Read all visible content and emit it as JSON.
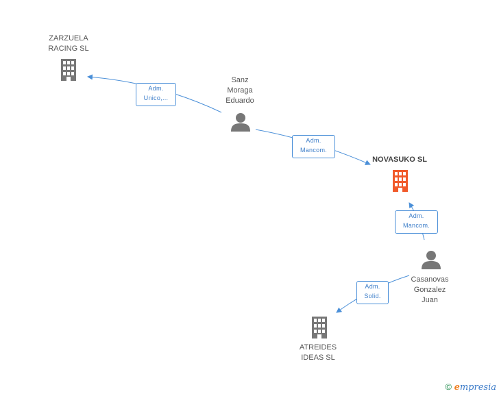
{
  "nodes": {
    "zarzuela": {
      "line1": "ZARZUELA",
      "line2": "RACING SL",
      "type": "company"
    },
    "sanz": {
      "line1": "Sanz",
      "line2": "Moraga",
      "line3": "Eduardo",
      "type": "person"
    },
    "novasuko": {
      "line1": "NOVASUKO SL",
      "type": "company",
      "highlight": true,
      "color": "#f15a2b"
    },
    "casanovas": {
      "line1": "Casanovas",
      "line2": "Gonzalez",
      "line3": "Juan",
      "type": "person"
    },
    "atreides": {
      "line1": "ATREIDES",
      "line2": "IDEAS SL",
      "type": "company"
    }
  },
  "edges": {
    "sanz_zarzuela": {
      "line1": "Adm.",
      "line2": "Unico,..."
    },
    "sanz_novasuko": {
      "line1": "Adm.",
      "line2": "Mancom."
    },
    "casanovas_novasuko": {
      "line1": "Adm.",
      "line2": "Mancom."
    },
    "casanovas_atreides": {
      "line1": "Adm.",
      "line2": "Solid."
    }
  },
  "colors": {
    "edge": "#4a8fd8",
    "icon": "#777777",
    "highlight": "#f15a2b"
  },
  "footer": {
    "copyright": "©",
    "brand_first": "e",
    "brand_rest": "mpresia"
  }
}
